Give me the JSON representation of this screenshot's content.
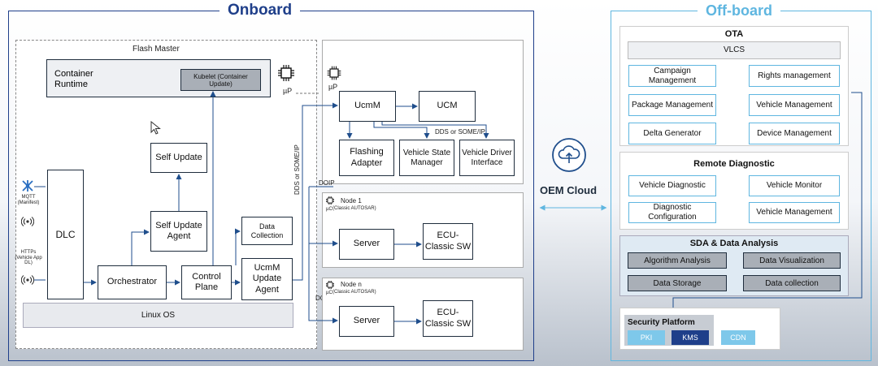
{
  "onboard": {
    "title": "Onboard",
    "flash_master": "Flash Master",
    "container_runtime": "Container Runtime",
    "kubelet": "Kubelet (Container Update)",
    "up_label_1": "µP",
    "up_label_2": "µP",
    "self_update": "Self Update",
    "self_update_agent": "Self Update Agent",
    "data_collection": "Data Collection",
    "dlc": "DLC",
    "mqtt": "MQTT (Manifest)",
    "https": "HTTPs (Vehicle App DL)",
    "orchestrator": "Orchestrator",
    "control_plane": "Control Plane",
    "ucmm_update_agent": "UcmM Update Agent",
    "linux_os": "Linux OS",
    "dds_vertical": "DDS or SOME/IP",
    "ucmm": "UcmM",
    "ucm": "UCM",
    "dds_some_ip": "DDS or SOME/IP",
    "flashing_adapter": "Flashing Adapter",
    "vehicle_state_manager": "Vehicle State Manager",
    "vehicle_driver_interface": "Vehicle Driver Interface",
    "doip_1": "DOIP",
    "node1": "Node 1",
    "node1_sub": "(Classic AUTOSAR)",
    "node1_up": "µC",
    "server_1": "Server",
    "ecu_classic_1": "ECU-Classic SW",
    "doip_n": "DOIP",
    "noden": "Node n",
    "noden_sub": "(Classic AUTOSAR)",
    "noden_up": "µC",
    "server_n": "Server",
    "ecu_classic_n": "ECU-Classic SW"
  },
  "oem_cloud": {
    "label": "OEM Cloud"
  },
  "offboard": {
    "title": "Off-board",
    "ota": {
      "title": "OTA",
      "vlcs": "VLCS",
      "campaign_management": "Campaign Management",
      "rights_management": "Rights management",
      "package_management": "Package Management",
      "vehicle_management": "Vehicle Management",
      "delta_generator": "Delta Generator",
      "device_management": "Device Management"
    },
    "remote_diag": {
      "title": "Remote Diagnostic",
      "vehicle_diagnostic": "Vehicle Diagnostic",
      "vehicle_monitor": "Vehicle Monitor",
      "diagnostic_configuration": "Diagnostic Configuration",
      "vehicle_management": "Vehicle Management"
    },
    "sda": {
      "title": "SDA & Data Analysis",
      "algorithm_analysis": "Algorithm Analysis",
      "data_visualization": "Data Visualization",
      "data_storage": "Data Storage",
      "data_collection": "Data collection"
    },
    "security": {
      "title": "Security Platform",
      "pki": "PKI",
      "kms": "KMS",
      "cdn": "CDN"
    }
  }
}
